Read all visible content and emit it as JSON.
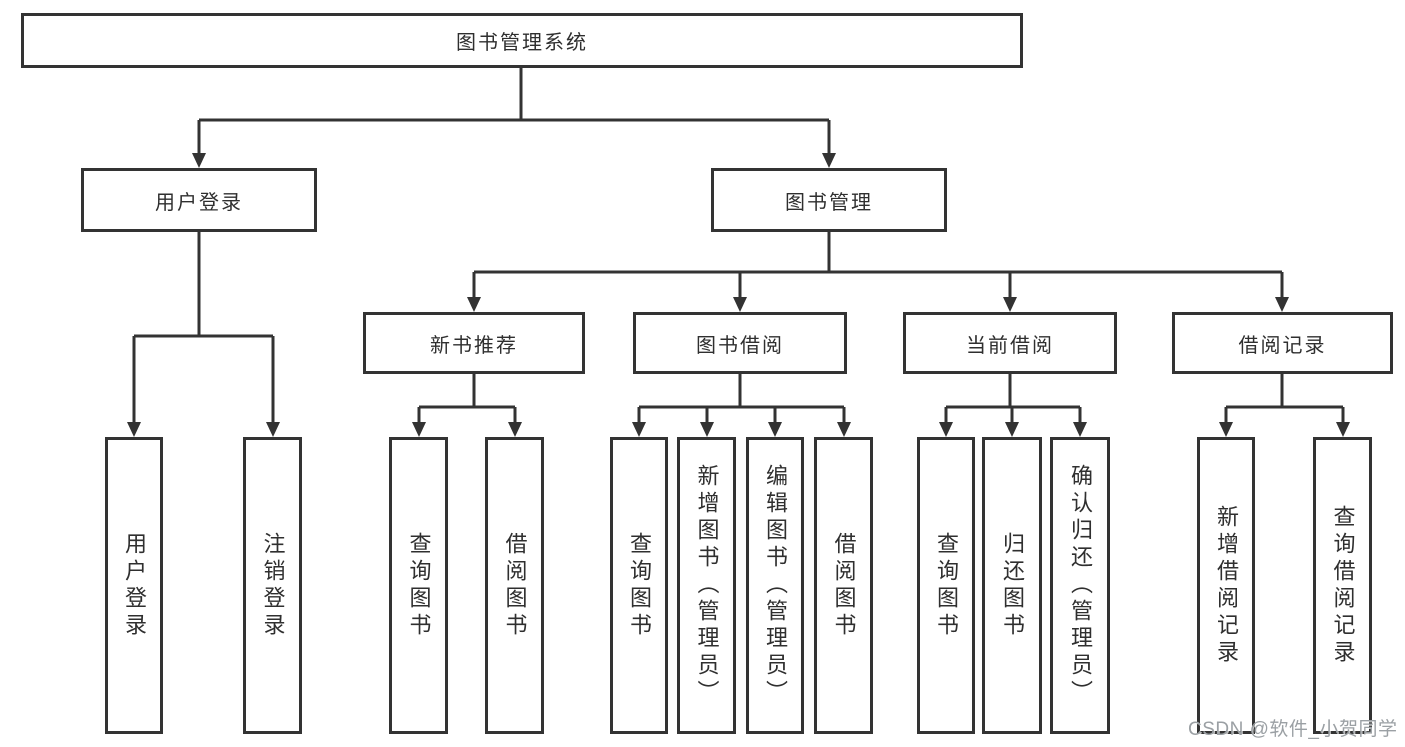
{
  "colors": {
    "line": "#333333",
    "box_border": "#333333",
    "box_fill": "#ffffff",
    "text": "#2f2f2f",
    "watermark": "#9ba0a4"
  },
  "watermark": "CSDN @软件_小贺同学",
  "tree": {
    "label": "图书管理系统",
    "children": [
      {
        "label": "用户登录",
        "children": [
          {
            "label": "用户登录"
          },
          {
            "label": "注销登录"
          }
        ]
      },
      {
        "label": "图书管理",
        "children": [
          {
            "label": "新书推荐",
            "children": [
              {
                "label": "查询图书"
              },
              {
                "label": "借阅图书"
              }
            ]
          },
          {
            "label": "图书借阅",
            "children": [
              {
                "label": "查询图书"
              },
              {
                "label": "新增图书（管理员）"
              },
              {
                "label": "编辑图书（管理员）"
              },
              {
                "label": "借阅图书"
              }
            ]
          },
          {
            "label": "当前借阅",
            "children": [
              {
                "label": "查询图书"
              },
              {
                "label": "归还图书"
              },
              {
                "label": "确认归还（管理员）"
              }
            ]
          },
          {
            "label": "借阅记录",
            "children": [
              {
                "label": "新增借阅记录"
              },
              {
                "label": "查询借阅记录"
              }
            ]
          }
        ]
      }
    ]
  }
}
